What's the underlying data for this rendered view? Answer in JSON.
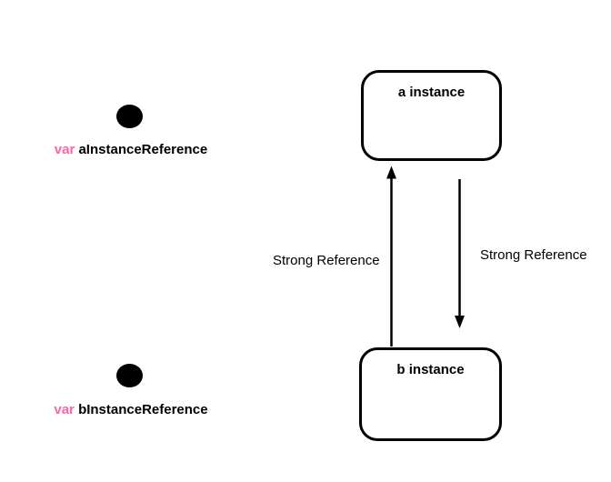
{
  "colors": {
    "keyword": "#ff64a8",
    "ink": "#000000",
    "background": "#ffffff"
  },
  "references": [
    {
      "keyword": "var",
      "name": "aInstanceReference"
    },
    {
      "keyword": "var",
      "name": "bInstanceReference"
    }
  ],
  "boxes": [
    {
      "label": "a instance"
    },
    {
      "label": "b instance"
    }
  ],
  "arrows": [
    {
      "label": "Strong Reference",
      "direction": "up",
      "from": "b instance",
      "to": "a instance"
    },
    {
      "label": "Strong Reference",
      "direction": "down",
      "from": "a instance",
      "to": "b instance"
    }
  ]
}
